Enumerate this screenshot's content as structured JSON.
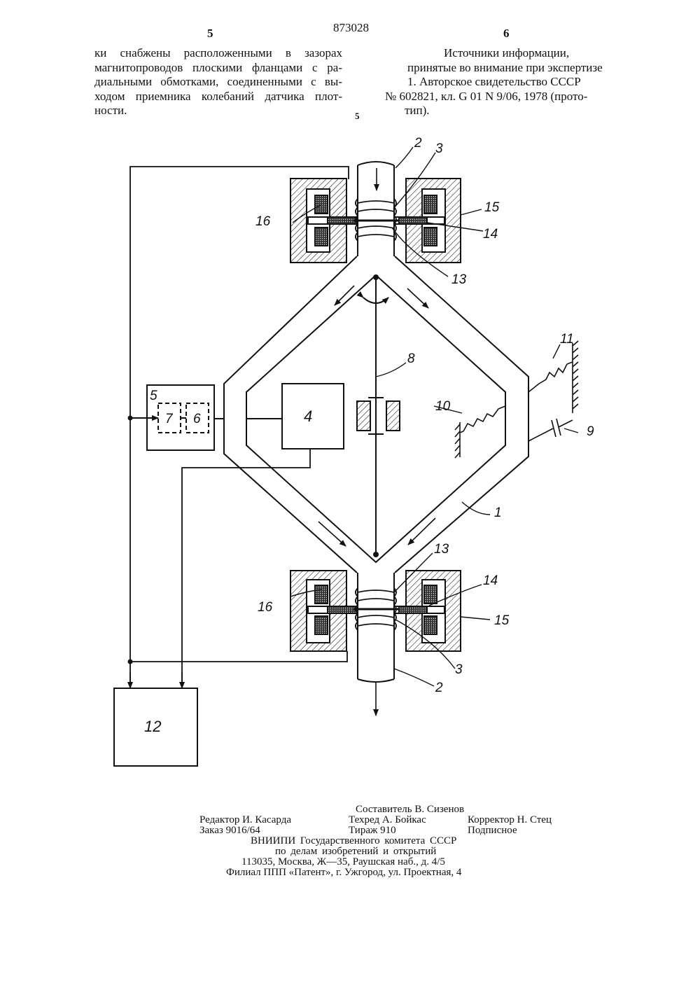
{
  "header": {
    "page_left": "5",
    "patent_number": "873028",
    "page_right": "6",
    "line_marker": "5"
  },
  "left_column": [
    "ки снабжены расположенными в зазорах",
    "магнитопроводов плоскими фланцами с ра-",
    "диальными обмотками, соединенными с вы-",
    "ходом приемника колебаний датчика плот-",
    "ности."
  ],
  "right_column": [
    "Источники информации,",
    "принятые во внимание при экспертизе",
    "1. Авторское свидетельство СССР",
    "№ 602821, кл. G 01 N 9/06, 1978 (прото-",
    "тип)."
  ],
  "figure_labels": {
    "l1": "1",
    "l2a": "2",
    "l2b": "2",
    "l3a": "3",
    "l3b": "3",
    "l4": "4",
    "l5": "5",
    "l6": "6",
    "l7": "7",
    "l8": "8",
    "l9": "9",
    "l10": "10",
    "l11": "11",
    "l12": "12",
    "l13a": "13",
    "l13b": "13",
    "l14a": "14",
    "l14b": "14",
    "l15a": "15",
    "l15b": "15",
    "l16a": "16",
    "l16b": "16"
  },
  "footer": {
    "compiler": "Составитель В. Сизенов",
    "editor": "Редактор И. Касарда",
    "techred": "Техред А. Бойкас",
    "corrector": "Корректор Н. Стец",
    "order": "Заказ 9016/64",
    "circulation": "Тираж 910",
    "subscription": "Подписное",
    "org": "ВНИИПИ Государственного комитета СССР",
    "org2": "по делам изобретений и открытий",
    "address": "113035, Москва, Ж—35, Раушская наб., д. 4/5",
    "branch": "Филиал ППП «Патент», г. Ужгород, ул. Проектная, 4"
  }
}
